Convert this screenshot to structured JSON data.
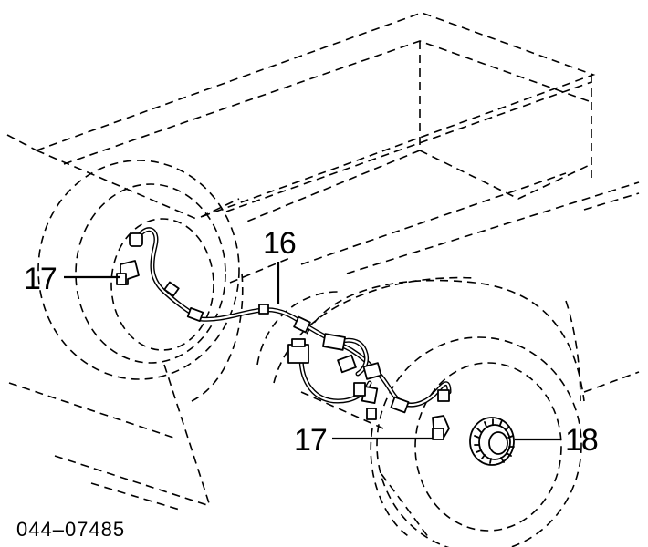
{
  "callouts": {
    "harness": "16",
    "sensor_rear_left": "17",
    "sensor_rear_right": "17",
    "sensor_rotor": "18"
  },
  "reference_code": "044–07485"
}
